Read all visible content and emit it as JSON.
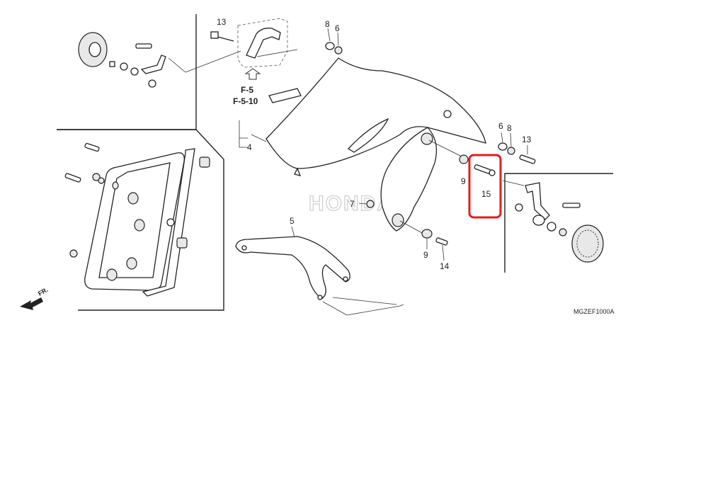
{
  "diagram": {
    "drawing_code": "MGZEF1000A",
    "direction_label": "FR.",
    "watermark": "HONDA",
    "reference": [
      "F-5",
      "F-5-10"
    ],
    "callouts": [
      {
        "id": "c13a",
        "label": "13"
      },
      {
        "id": "c8a",
        "label": "8"
      },
      {
        "id": "c6a",
        "label": "6"
      },
      {
        "id": "c4",
        "label": "4"
      },
      {
        "id": "c6b",
        "label": "6"
      },
      {
        "id": "c8b",
        "label": "8"
      },
      {
        "id": "c13b",
        "label": "13"
      },
      {
        "id": "c9a",
        "label": "9"
      },
      {
        "id": "c15",
        "label": "15"
      },
      {
        "id": "c7",
        "label": "7"
      },
      {
        "id": "c5",
        "label": "5"
      },
      {
        "id": "c9b",
        "label": "9"
      },
      {
        "id": "c14",
        "label": "14"
      }
    ],
    "highlight": {
      "target": "15",
      "color": "#e01e1e"
    }
  }
}
